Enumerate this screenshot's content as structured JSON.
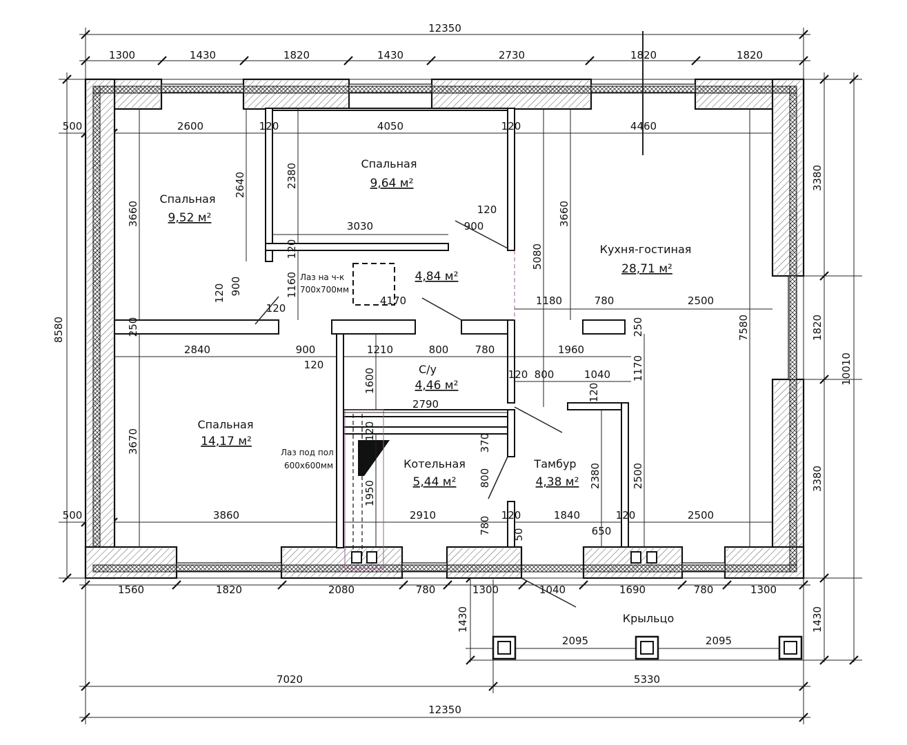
{
  "overall": {
    "top_total": "12350",
    "bottom_total": "12350",
    "left_total": "8580",
    "right_total": "10010"
  },
  "top_dims": [
    "1300",
    "1430",
    "1820",
    "1430",
    "2730",
    "1820",
    "1820"
  ],
  "bottom_dims": [
    "1560",
    "1820",
    "2080",
    "780",
    "1300",
    "1040",
    "1690",
    "780",
    "1300"
  ],
  "bottom_split": [
    "7020",
    "5330"
  ],
  "right_dims": [
    "3380",
    "1820",
    "3380",
    "1430"
  ],
  "left_dims": [
    "500",
    "500",
    "1430"
  ],
  "porch_dims": [
    "2095",
    "2095"
  ],
  "rooms": [
    {
      "name": "Спальная",
      "area": "9,52 м²"
    },
    {
      "name": "Спальная",
      "area": "9,64 м²"
    },
    {
      "name": "Кухня-гостиная",
      "area": "28,71 м²"
    },
    {
      "name": "",
      "area": "4,84 м²"
    },
    {
      "name": "Спальная",
      "area": "14,17 м²"
    },
    {
      "name": "С/у",
      "area": "4,46 м²"
    },
    {
      "name": "Котельная",
      "area": "5,44 м²"
    },
    {
      "name": "Тамбур",
      "area": "4,38 м²"
    }
  ],
  "porch_label": "Крыльцо",
  "notes": {
    "hatch_ceiling_1": "Лаз на ч-к",
    "hatch_ceiling_2": "700х700мм",
    "hatch_floor_1": "Лаз под пол",
    "hatch_floor_2": "600х600мм"
  },
  "inner_dims": {
    "d2600": "2600",
    "d120a": "120",
    "d4050": "4050",
    "d120b": "120",
    "d4460": "4460",
    "d3660a": "3660",
    "d2640": "2640",
    "d2380a": "2380",
    "d3030": "3030",
    "d120c": "120",
    "d900a": "900",
    "d3660b": "3660",
    "d5080": "5080",
    "d120d": "120",
    "d1160": "1160",
    "d120e": "120",
    "d900b": "900",
    "d120f": "120",
    "d4170": "4170",
    "d1180": "1180",
    "d780a": "780",
    "d2500a": "2500",
    "d250a": "250",
    "d250b": "250",
    "d7580": "7580",
    "d2840": "2840",
    "d900c": "900",
    "d120g": "120",
    "d1210": "1210",
    "d800a": "800",
    "d780b": "780",
    "d1960": "1960",
    "d1170": "1170",
    "d1600": "1600",
    "d2790": "2790",
    "d120h": "120",
    "d800b": "800",
    "d1040a": "1040",
    "d120i": "120",
    "d3670": "3670",
    "d120j": "120",
    "d370": "370",
    "d800c": "800",
    "d2380b": "2380",
    "d2500b": "2500",
    "d1950": "1950",
    "d3860": "3860",
    "d2910": "2910",
    "d780c": "780",
    "d120k": "120",
    "d1840": "1840",
    "d120l": "120",
    "d650": "650",
    "d2500c": "2500",
    "d50": "50"
  }
}
